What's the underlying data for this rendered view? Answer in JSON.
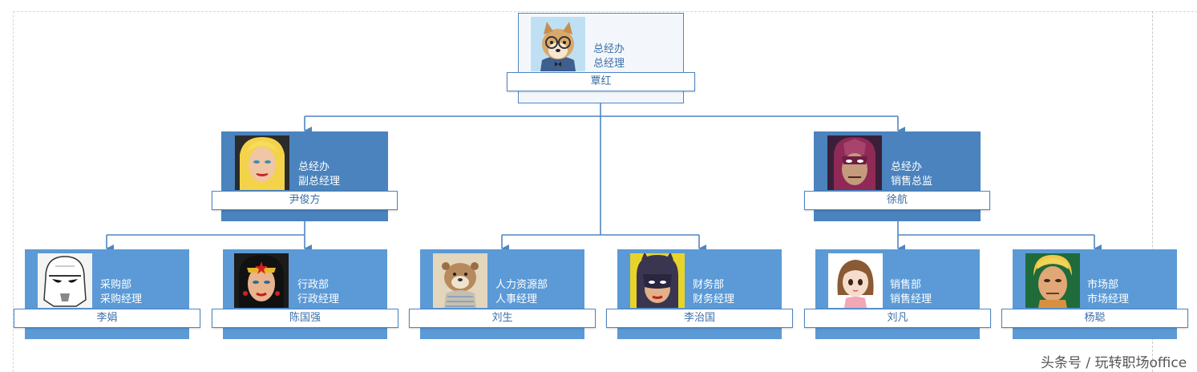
{
  "org": {
    "top": {
      "dept": "总经办",
      "title": "总经理",
      "name": "覃红",
      "avatar": "dog-avatar-icon"
    },
    "vp_left": {
      "dept": "总经办",
      "title": "副总经理",
      "name": "尹俊方",
      "avatar": "blonde-woman-avatar-icon"
    },
    "vp_right": {
      "dept": "总经办",
      "title": "销售总监",
      "name": "徐航",
      "avatar": "helmet-man-avatar-icon"
    },
    "staff": [
      {
        "dept": "采购部",
        "title": "采购经理",
        "name": "李娟",
        "avatar": "trooper-avatar-icon"
      },
      {
        "dept": "行政部",
        "title": "行政经理",
        "name": "陈国强",
        "avatar": "wonder-woman-avatar-icon"
      },
      {
        "dept": "人力资源部",
        "title": "人事经理",
        "name": "刘生",
        "avatar": "otter-avatar-icon"
      },
      {
        "dept": "财务部",
        "title": "财务经理",
        "name": "李治国",
        "avatar": "masked-woman-avatar-icon"
      },
      {
        "dept": "销售部",
        "title": "销售经理",
        "name": "刘凡",
        "avatar": "girl-avatar-icon"
      },
      {
        "dept": "市场部",
        "title": "市场经理",
        "name": "杨聪",
        "avatar": "hero-man-avatar-icon"
      }
    ]
  },
  "watermark": "头条号 / 玩转职场office",
  "colors": {
    "level1": "#4a83bd",
    "level2": "#5b9ad6",
    "connector": "#4e86c1"
  }
}
